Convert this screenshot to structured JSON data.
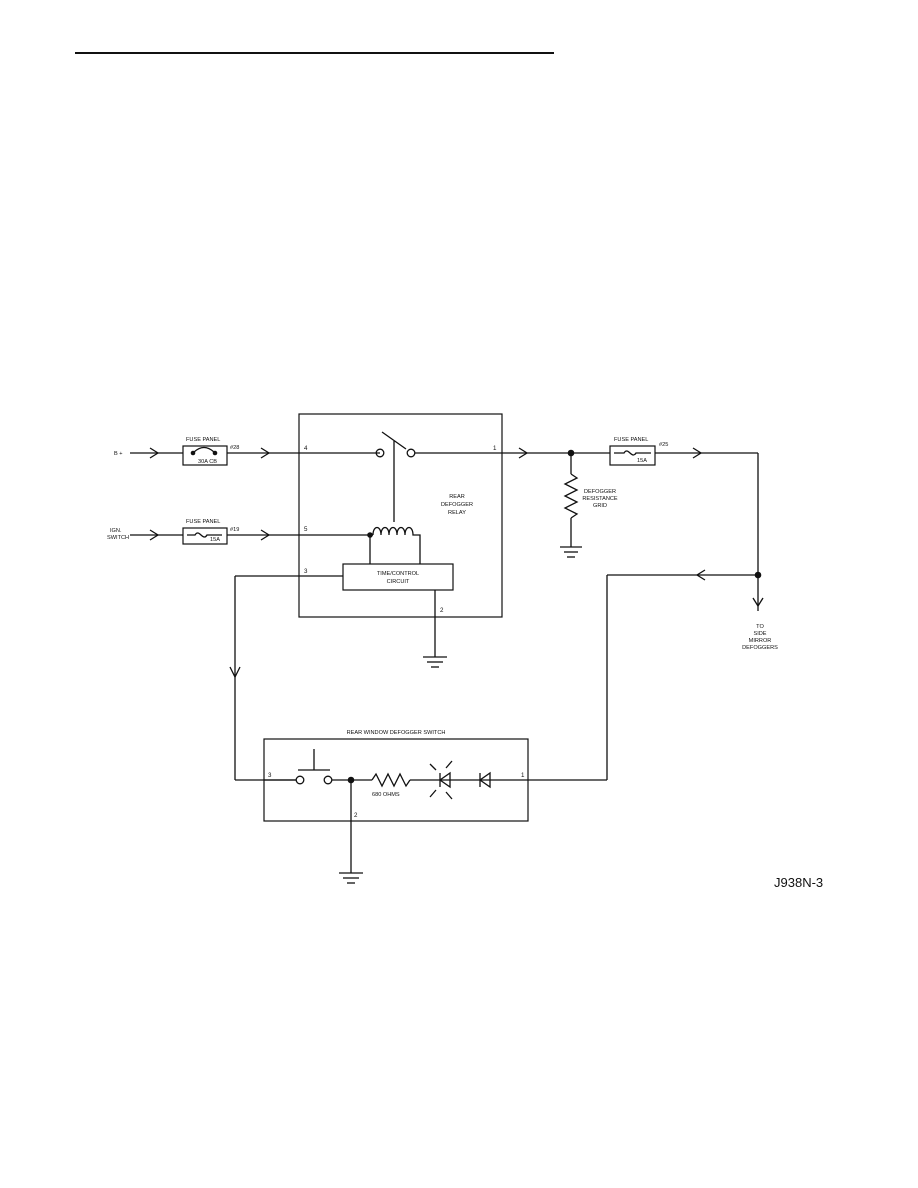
{
  "diagram": {
    "title": "REAR WINDOW DEFOGGER SYSTEM SCHEMATIC",
    "figure_id": "J938N-3",
    "inputs": {
      "battery": "B +",
      "ignition_line1": "IGN.",
      "ignition_line2": "SWITCH"
    },
    "fuse_panel_1": {
      "header": "FUSE PANEL",
      "number": "#28",
      "rating": "30A CB"
    },
    "fuse_panel_2": {
      "header": "FUSE PANEL",
      "number": "#19",
      "rating": "15A"
    },
    "fuse_panel_3": {
      "header": "FUSE PANEL",
      "number": "#25",
      "rating": "15A"
    },
    "relay": {
      "line1": "REAR",
      "line2": "DEFOGGER",
      "line3": "RELAY",
      "pin_4": "4",
      "pin_1": "1",
      "pin_5": "5",
      "pin_3": "3",
      "pin_2": "2",
      "control_line1": "TIME/CONTROL",
      "control_line2": "CIRCUIT"
    },
    "grid": {
      "line1": "DEFOGGER",
      "line2": "RESISTANCE",
      "line3": "GRID"
    },
    "side_mirror": {
      "line1": "TO",
      "line2": "SIDE",
      "line3": "MIRROR",
      "line4": "DEFOGGERS"
    },
    "switch": {
      "title": "REAR WINDOW DEFOGGER SWITCH",
      "resistor": "680 OHMS",
      "pin_3": "3",
      "pin_2": "2",
      "pin_1": "1"
    }
  }
}
